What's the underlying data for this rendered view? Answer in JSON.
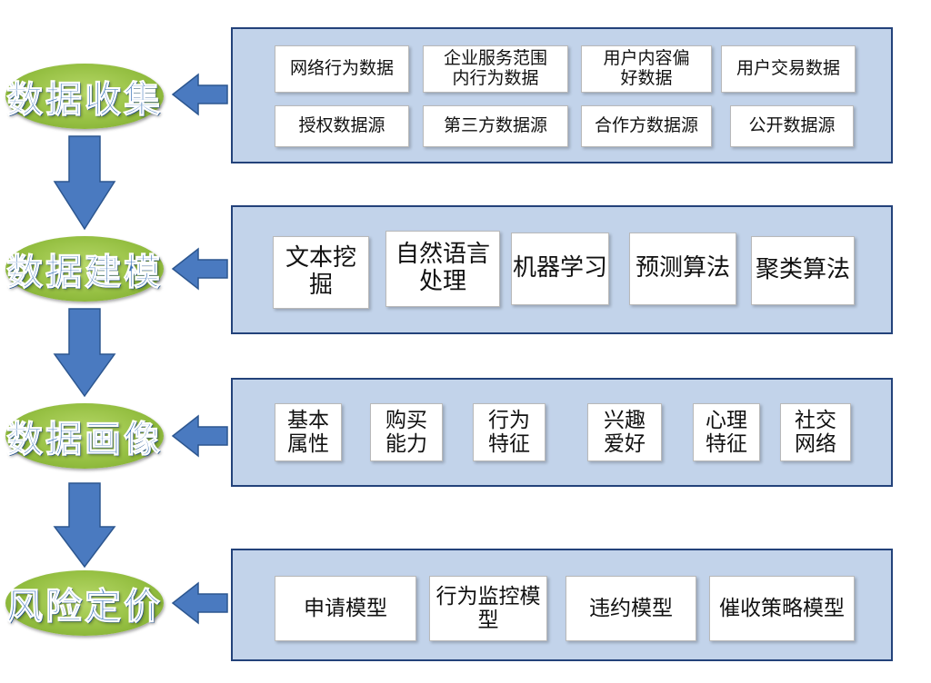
{
  "stages": [
    {
      "label": "数据收集",
      "items": [
        "网络行为数据",
        "企业服务范围内行为数据",
        "用户内容偏好数据",
        "用户交易数据",
        "授权数据源",
        "第三方数据源",
        "合作方数据源",
        "公开数据源"
      ]
    },
    {
      "label": "数据建模",
      "items": [
        "文本挖掘",
        "自然语言处理",
        "机器学习",
        "预测算法",
        "聚类算法"
      ]
    },
    {
      "label": "数据画像",
      "items": [
        "基本属性",
        "购买能力",
        "行为特征",
        "兴趣爱好",
        "心理特征",
        "社交网络"
      ]
    },
    {
      "label": "风险定价",
      "items": [
        "申请模型",
        "行为监控模型",
        "违约模型",
        "催收策略模型"
      ]
    }
  ],
  "colors": {
    "panel_fill": "#c2d3ea",
    "panel_border": "#23427a",
    "arrow_fill": "#4a7ac0",
    "arrow_stroke": "#2c568f",
    "label_fill": "#96c043",
    "label_text": "#3a72b8"
  }
}
